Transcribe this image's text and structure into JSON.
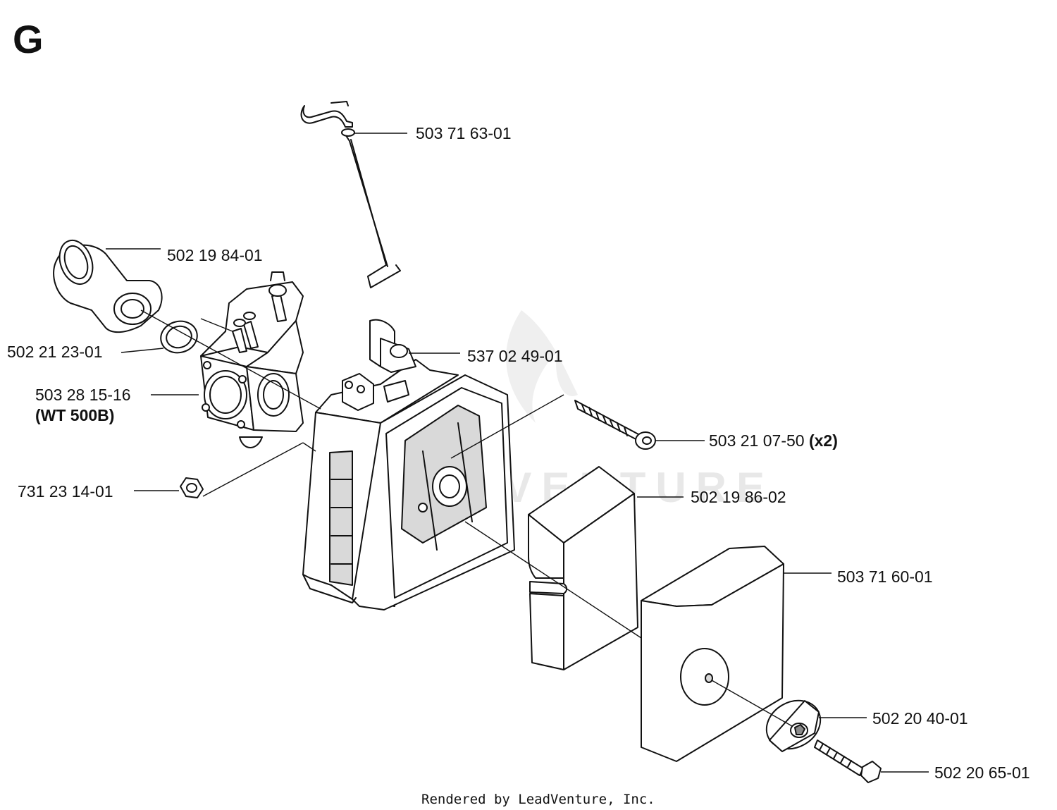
{
  "section_letter": "G",
  "watermark_text": "LEADVENTURE",
  "footer": "Rendered by LeadVenture, Inc.",
  "parts": [
    {
      "id": "p1",
      "number": "503 71 63-01"
    },
    {
      "id": "p2",
      "number": "502 19 84-01"
    },
    {
      "id": "p3",
      "number": "502 21 23-01"
    },
    {
      "id": "p4",
      "number": "537 02 49-01"
    },
    {
      "id": "p5",
      "number": "503 28 15-16",
      "note": "(WT 500B)"
    },
    {
      "id": "p6",
      "number": "503 21 07-50",
      "qty": "(x2)"
    },
    {
      "id": "p7",
      "number": "731 23 14-01"
    },
    {
      "id": "p8",
      "number": "502 19 86-02"
    },
    {
      "id": "p9",
      "number": "503 71 60-01"
    },
    {
      "id": "p10",
      "number": "502 20 40-01"
    },
    {
      "id": "p11",
      "number": "502 20 65-01"
    }
  ]
}
